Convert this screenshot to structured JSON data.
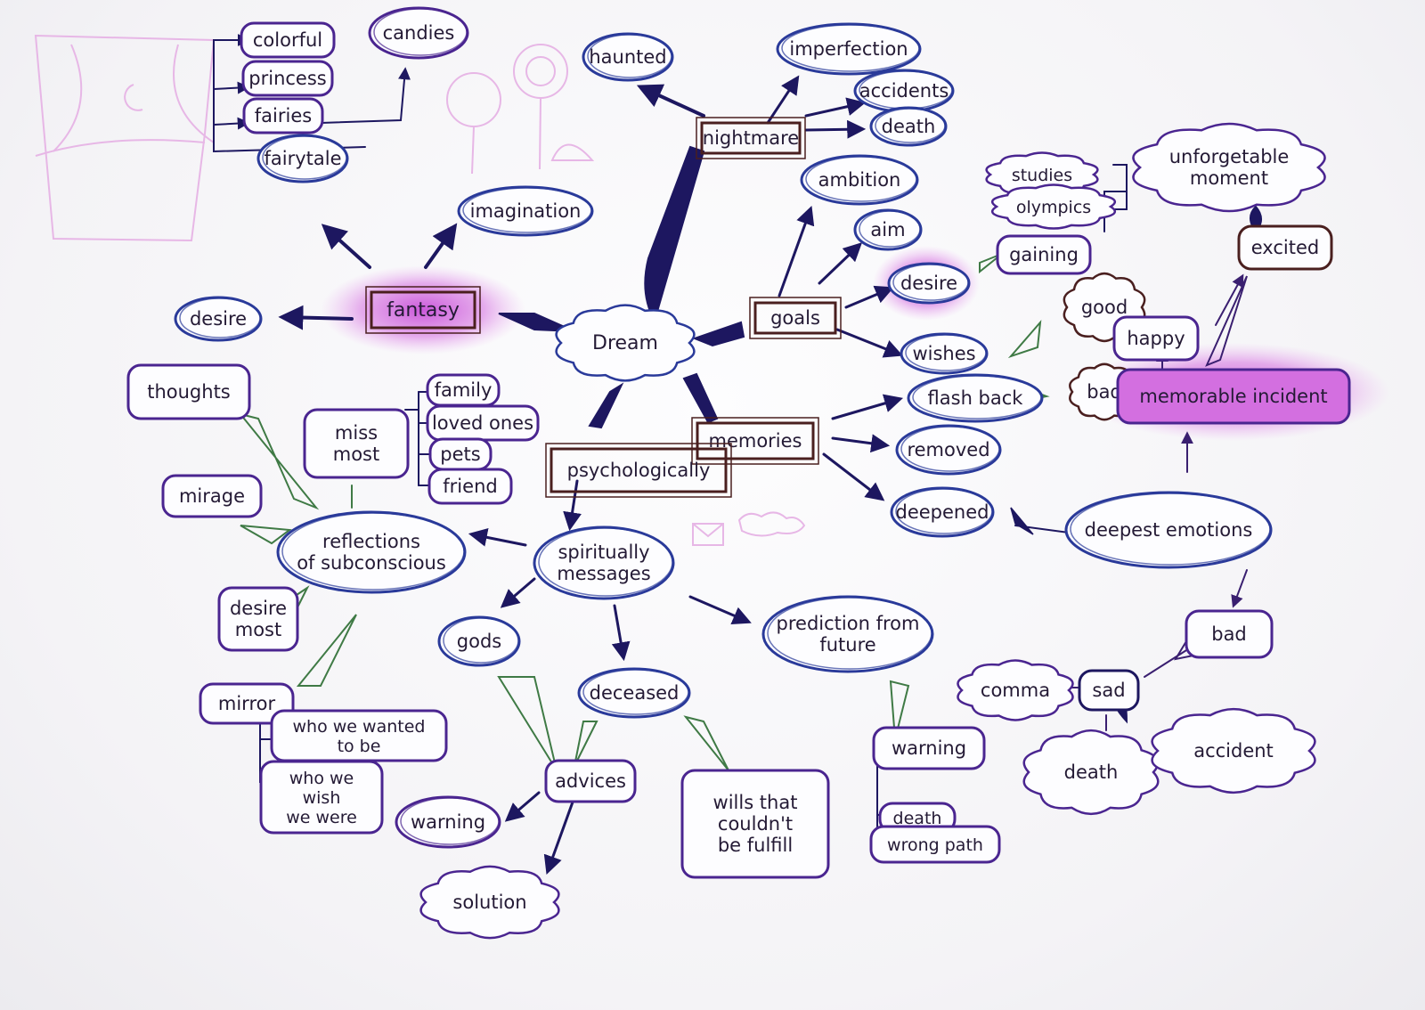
{
  "colors": {
    "ink_blue": "#2a3a9a",
    "ink_navy": "#1d1760",
    "ink_purple": "#4a2590",
    "ink_brown": "#4a1f1f",
    "ink_green": "#3f7a45",
    "highlight_magenta": "#c84fd8",
    "sketch_pink": "#e7b7e6",
    "paper": "#f7f6f9"
  },
  "nodes": {
    "dream": "Dream",
    "fantasy": "fantasy",
    "fantasy_desire": "desire",
    "fairytale": "fairytale",
    "colorful": "colorful",
    "princess": "princess",
    "fairies": "fairies",
    "candies": "candies",
    "imagination": "imagination",
    "nightmare": "nightmare",
    "haunted": "haunted",
    "imperfection": "imperfection",
    "accidents": "accidents",
    "death_top": "death",
    "goals": "goals",
    "ambition": "ambition",
    "aim": "aim",
    "goals_desire": "desire",
    "wishes": "wishes",
    "gaining": "gaining",
    "studies": "studies",
    "olympics": "olympics",
    "unforgetable_moment": [
      "unforgetable",
      "moment"
    ],
    "excited": "excited",
    "good": "good",
    "happy": "happy",
    "bad_cloud": "bad",
    "memorable_incident": "memorable incident",
    "memories": "memories",
    "flash_back": "flash back",
    "removed": "removed",
    "deepened": "deepened",
    "deepest_emotions": "deepest emotions",
    "bad": "bad",
    "sad": "sad",
    "comma": "comma",
    "death_bottom": "death",
    "accident": "accident",
    "psychologically": "psychologically",
    "thoughts": "thoughts",
    "miss_most": [
      "miss",
      "most"
    ],
    "family": "family",
    "loved_ones": "loved ones",
    "pets": "pets",
    "friend": "friend",
    "mirage": "mirage",
    "reflections": [
      "reflections",
      "of subconscious"
    ],
    "desire_most": [
      "desire",
      "most"
    ],
    "mirror": "mirror",
    "who_wanted": [
      "who we wanted",
      "to be"
    ],
    "who_wish": [
      "who we",
      "wish",
      "we were"
    ],
    "spiritually": [
      "spiritually",
      "messages"
    ],
    "gods": "gods",
    "deceased": "deceased",
    "advices": "advices",
    "warning_left": "warning",
    "solution": "solution",
    "wills": [
      "wills that",
      "couldn't",
      "be fulfill"
    ],
    "prediction": [
      "prediction from",
      "future"
    ],
    "warning_right": "warning",
    "death_path": "death",
    "wrong_path": "wrong path"
  }
}
